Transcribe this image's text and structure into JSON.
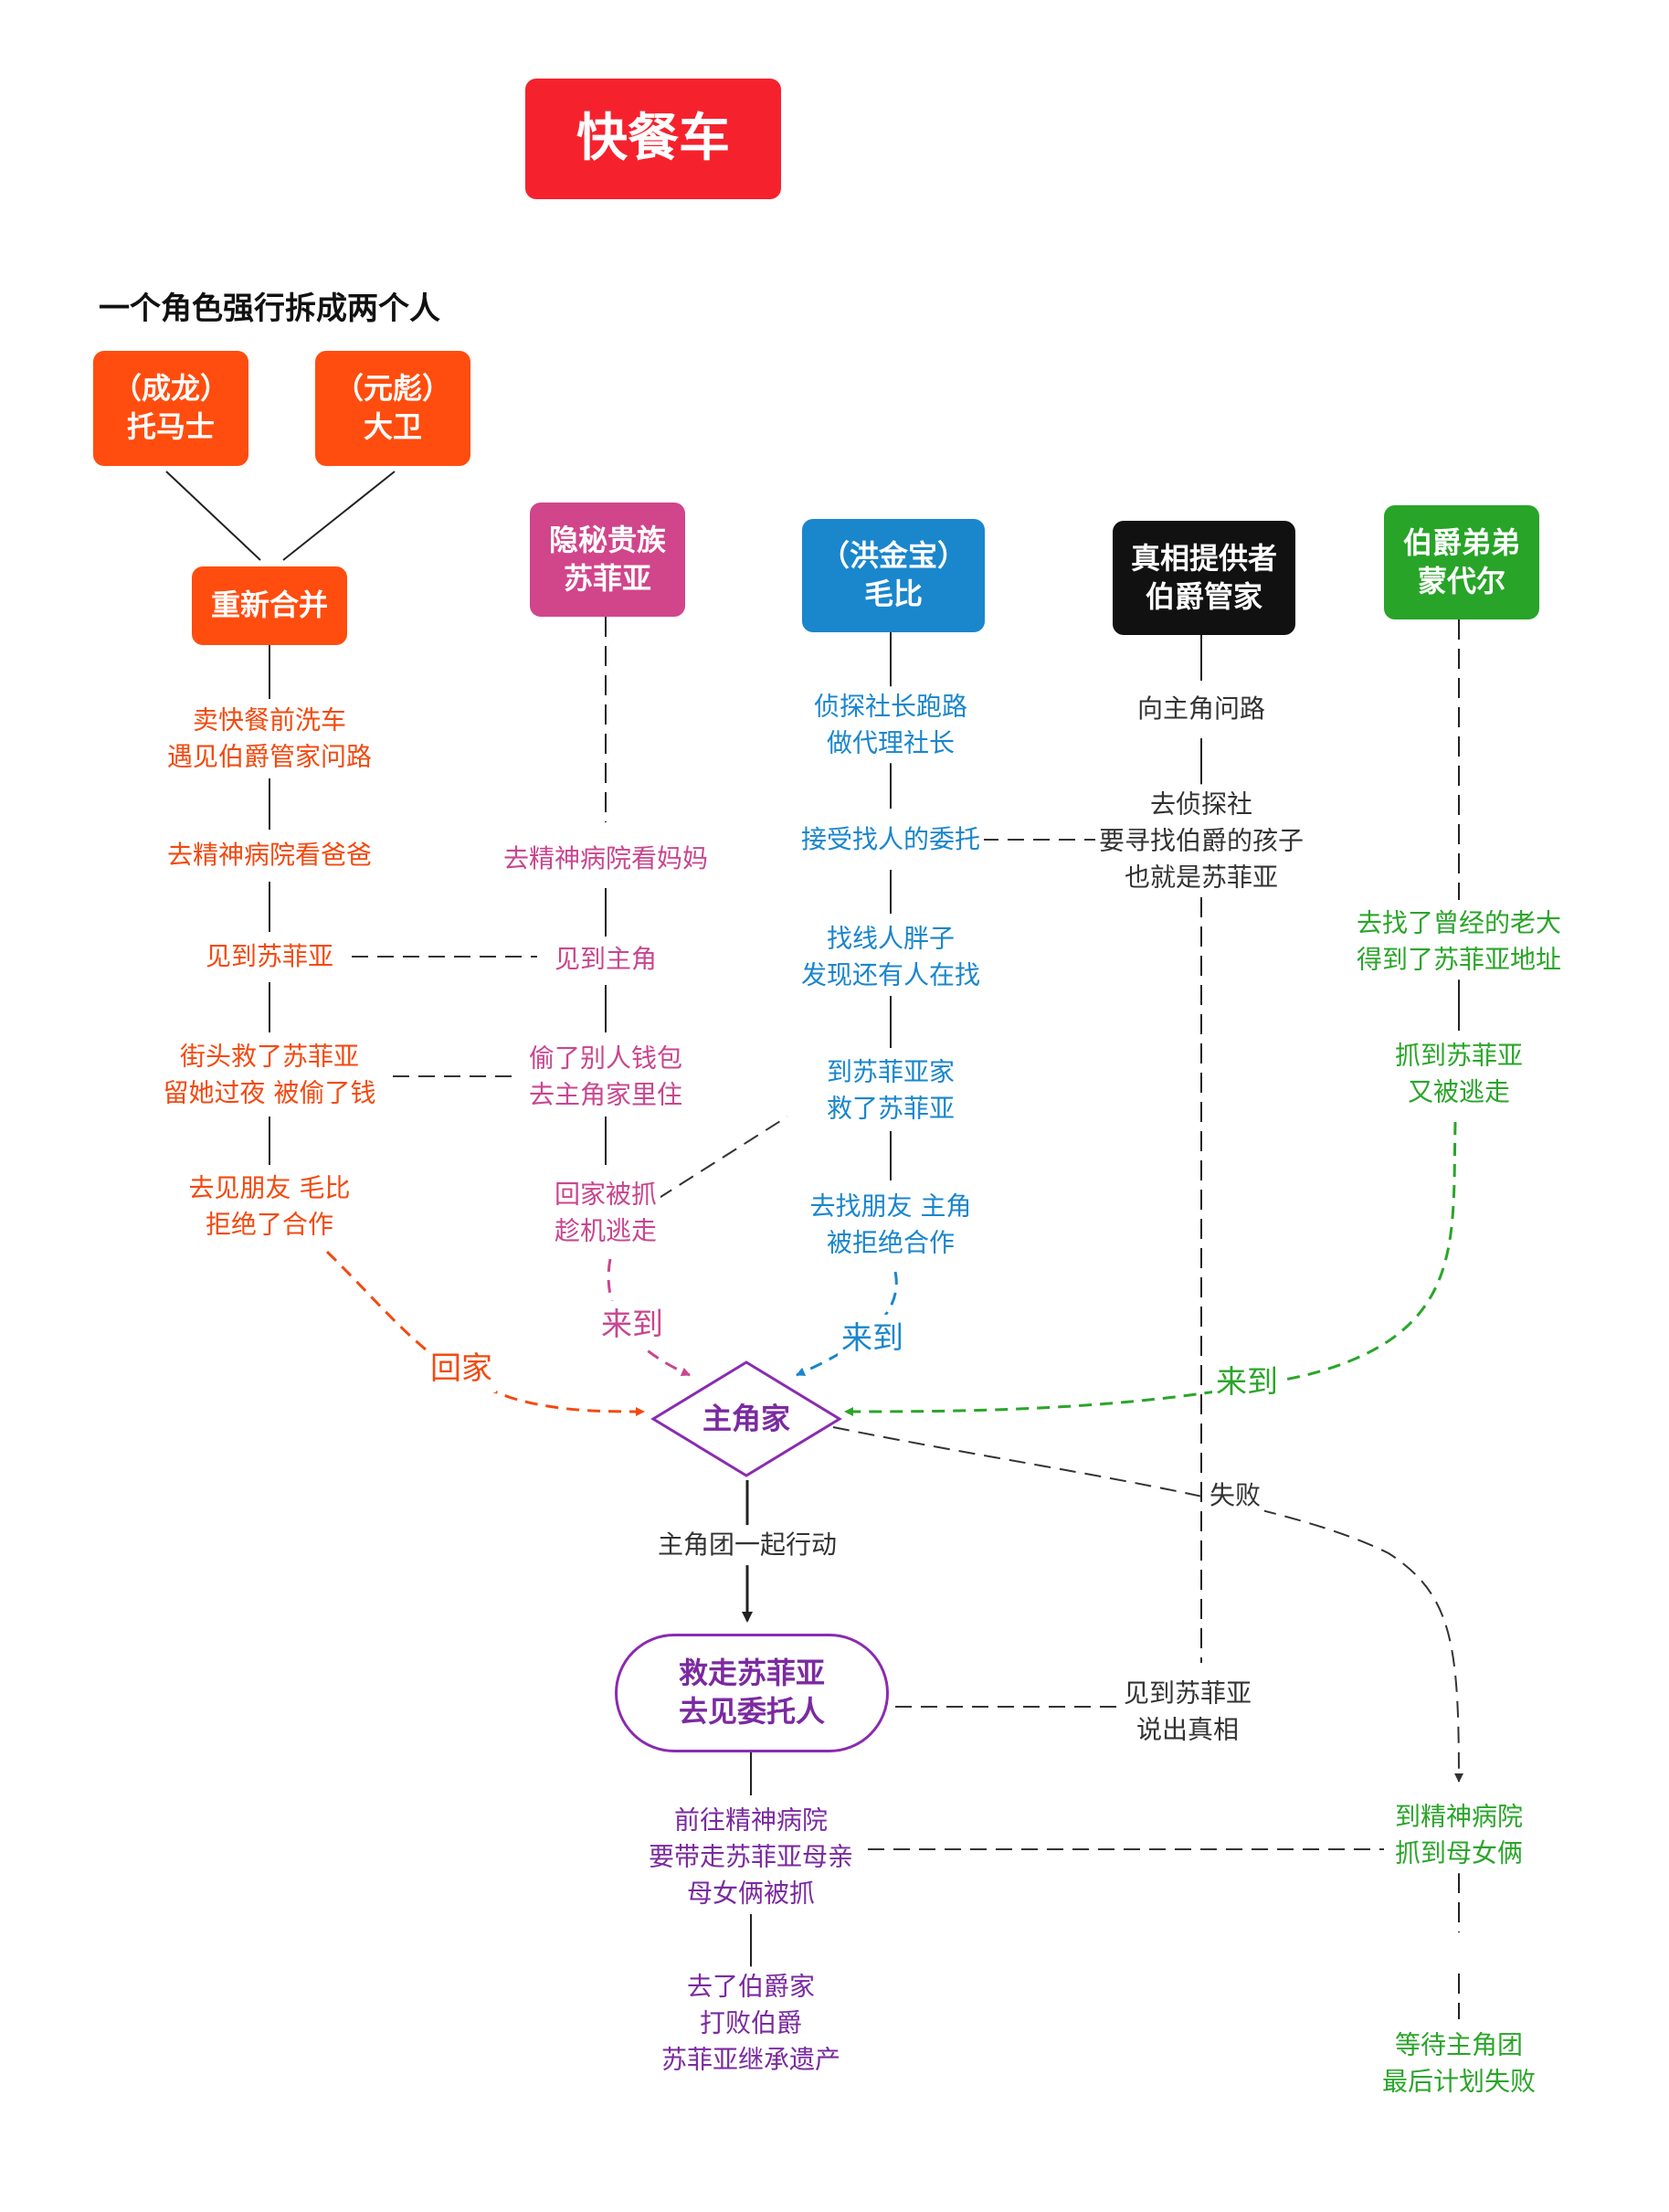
{
  "title": "快餐车",
  "subtitle": "一个角色强行拆成两个人",
  "nodes": {
    "thomas": [
      "（成龙）",
      "托马士"
    ],
    "david": [
      "（元彪）",
      "大卫"
    ],
    "merge": "重新合并",
    "sophia": [
      "隐秘贵族",
      "苏菲亚"
    ],
    "moby": [
      "（洪金宝）",
      "毛比"
    ],
    "butler": [
      "真相提供者",
      "伯爵管家"
    ],
    "brother": [
      "伯爵弟弟",
      "蒙代尔"
    ],
    "home": "主角家",
    "rescue": [
      "救走苏菲亚",
      "去见委托人"
    ]
  },
  "columns": {
    "hero": [
      [
        "卖快餐前洗车",
        "遇见伯爵管家问路"
      ],
      [
        "去精神病院看爸爸"
      ],
      [
        "见到苏菲亚"
      ],
      [
        "街头救了苏菲亚",
        "留她过夜 被偷了钱"
      ],
      [
        "去见朋友 毛比",
        "拒绝了合作"
      ]
    ],
    "sophia": [
      [
        "去精神病院看妈妈"
      ],
      [
        "见到主角"
      ],
      [
        "偷了别人钱包",
        "去主角家里住"
      ],
      [
        "回家被抓",
        "趁机逃走"
      ]
    ],
    "moby": [
      [
        "侦探社长跑路",
        "做代理社长"
      ],
      [
        "接受找人的委托"
      ],
      [
        "找线人胖子",
        "发现还有人在找"
      ],
      [
        "到苏菲亚家",
        "救了苏菲亚"
      ],
      [
        "去找朋友 主角",
        "被拒绝合作"
      ]
    ],
    "butler": [
      [
        "向主角问路"
      ],
      [
        "去侦探社",
        "要寻找伯爵的孩子",
        "也就是苏菲亚"
      ],
      [
        "见到苏菲亚",
        "说出真相"
      ]
    ],
    "brother": [
      [
        "去找了曾经的老大",
        "得到了苏菲亚地址"
      ],
      [
        "抓到苏菲亚",
        "又被逃走"
      ],
      [
        "到精神病院",
        "抓到母女俩"
      ],
      [
        "等待主角团",
        "最后计划失败"
      ]
    ],
    "team": [
      [
        "前往精神病院",
        "要带走苏菲亚母亲",
        "母女俩被抓"
      ],
      [
        "去了伯爵家",
        "打败伯爵",
        "苏菲亚继承遗产"
      ]
    ]
  },
  "edges": {
    "go_home": "回家",
    "come_pink": "来到",
    "come_blue": "来到",
    "come_green": "来到",
    "fail": "失败",
    "act_together": "主角团一起行动"
  },
  "colors": {
    "title_bg": "#f5222d",
    "hero_bg": "#ff4d0f",
    "sophia_bg": "#d1458b",
    "moby_bg": "#1a86cc",
    "butler_bg": "#111111",
    "brother_bg": "#28a428",
    "home_border": "#8a2bb0",
    "orange": "#f24a10",
    "pink": "#c8468f",
    "blue": "#1a86cc",
    "green": "#2aa52a",
    "purple": "#7b2aa0"
  }
}
